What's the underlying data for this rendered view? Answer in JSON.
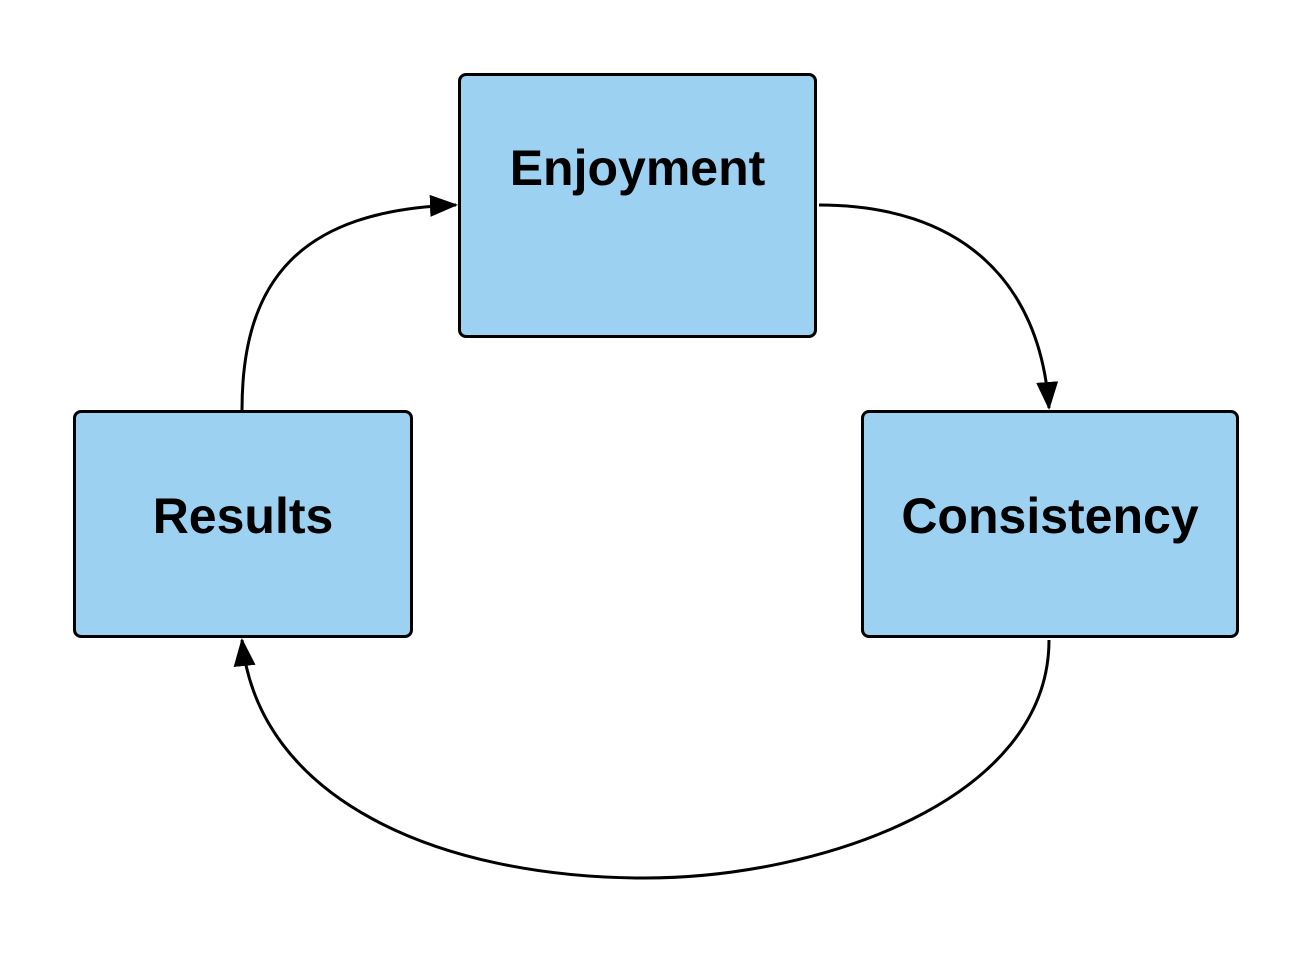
{
  "diagram": {
    "type": "cycle",
    "colors": {
      "node_fill": "#9dd1f1",
      "node_border": "#000000",
      "edge": "#000000",
      "text": "#000000"
    },
    "nodes": [
      {
        "id": "enjoyment",
        "label": "Enjoyment"
      },
      {
        "id": "consistency",
        "label": "Consistency"
      },
      {
        "id": "results",
        "label": "Results"
      }
    ],
    "edges": [
      {
        "from": "enjoyment",
        "to": "consistency"
      },
      {
        "from": "consistency",
        "to": "results"
      },
      {
        "from": "results",
        "to": "enjoyment"
      }
    ]
  }
}
